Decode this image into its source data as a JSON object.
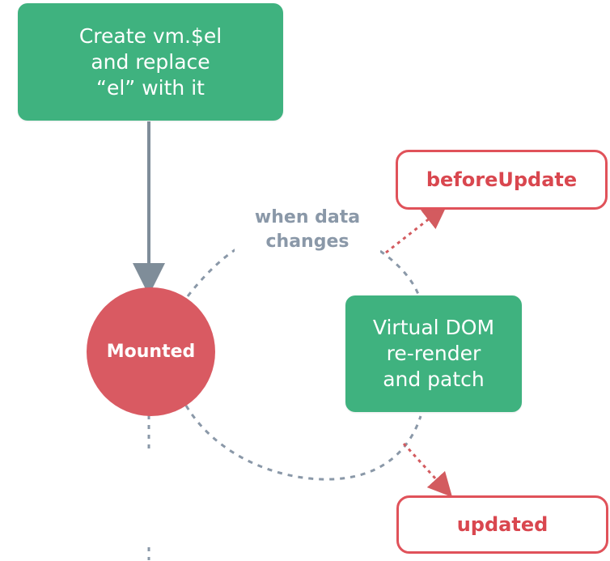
{
  "diagram": {
    "create_step": "Create vm.$el\nand replace\n“el” with it",
    "mounted": "Mounted",
    "loop_label": "when data\nchanges",
    "rerender_step": "Virtual DOM\nre-render\nand patch",
    "before_update_hook": "beforeUpdate",
    "updated_hook": "updated"
  },
  "colors": {
    "green": "#3fb27f",
    "red": "#d95a62",
    "hook_border": "#e0525a",
    "hook_text": "#d9474f",
    "loop_gray": "#8a98a8",
    "arrow_gray": "#7f8d99"
  }
}
